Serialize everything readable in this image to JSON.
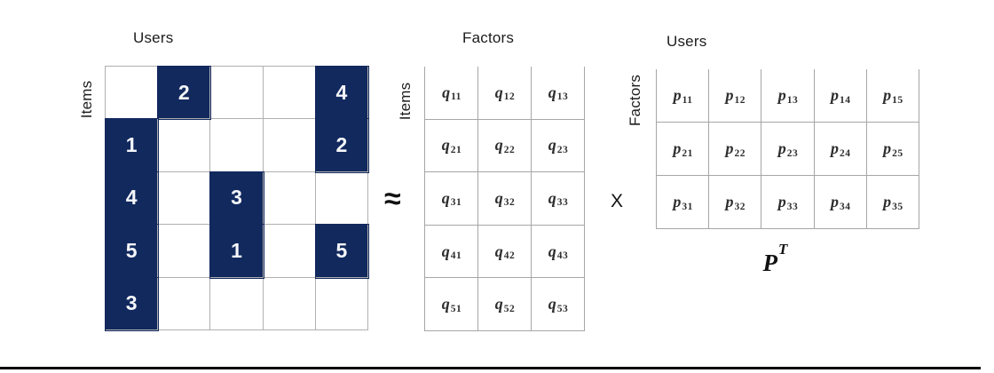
{
  "labels": {
    "ratings_top": "Users",
    "ratings_side": "Items",
    "q_top": "Factors",
    "q_side": "Items",
    "p_top": "Users",
    "p_side": "Factors",
    "approx": "≈",
    "times": "X",
    "p_transpose_base": "P",
    "p_transpose_sup": "T"
  },
  "matrices": {
    "ratings": {
      "rows": 5,
      "cols": 5,
      "values": [
        [
          "",
          "2",
          "",
          "",
          "4"
        ],
        [
          "1",
          "",
          "",
          "",
          "2"
        ],
        [
          "4",
          "",
          "3",
          "",
          ""
        ],
        [
          "5",
          "",
          "1",
          "",
          "5"
        ],
        [
          "3",
          "",
          "",
          "",
          ""
        ]
      ]
    },
    "q": {
      "rows": 5,
      "cols": 3,
      "base": "q",
      "subscripts": [
        [
          "11",
          "12",
          "13"
        ],
        [
          "21",
          "22",
          "23"
        ],
        [
          "31",
          "32",
          "33"
        ],
        [
          "41",
          "42",
          "43"
        ],
        [
          "51",
          "52",
          "53"
        ]
      ]
    },
    "p": {
      "rows": 3,
      "cols": 5,
      "base": "p",
      "subscripts": [
        [
          "11",
          "12",
          "13",
          "14",
          "15"
        ],
        [
          "21",
          "22",
          "23",
          "24",
          "25"
        ],
        [
          "31",
          "32",
          "33",
          "34",
          "35"
        ]
      ]
    }
  },
  "colors": {
    "filled_cell": "#12295E",
    "filled_cell_text": "#F4F6F9",
    "ratings_grid_line": "#B0B0B0",
    "table_grid_line": "#A6A6A6",
    "entry_text": "#2E2E2E",
    "label_text": "#1C1C1C",
    "bottom_rule": "#0A0A0A"
  }
}
